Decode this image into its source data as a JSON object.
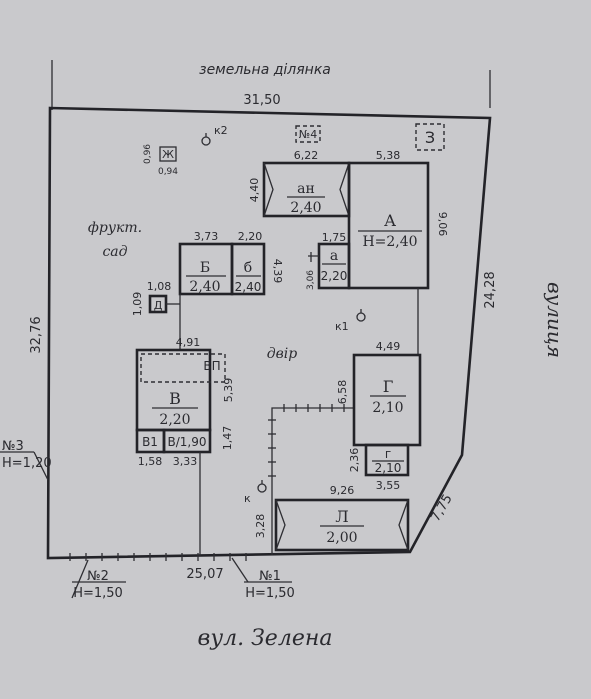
{
  "plot": {
    "top_label": "земельна ділянка",
    "street": "вул. Зелена",
    "side_right": "вулиця",
    "garden": [
      "фрукт.",
      "сад"
    ],
    "yard": "двір",
    "dim_top": "31,50",
    "dim_left": "32,76",
    "dim_right": "24,28",
    "dim_bottom": "25,07",
    "dim_corner": "7,75"
  },
  "buildings": {
    "A": {
      "name": "А",
      "h": "Н=2,40",
      "w": "5,38",
      "d": "9,06"
    },
    "an": {
      "name": "ан",
      "h": "2,40",
      "w": "6,22",
      "d": "4,40"
    },
    "a": {
      "name": "а",
      "h": "2,20",
      "w": "1,75",
      "d": "3,06"
    },
    "B": {
      "name": "Б",
      "h": "2,40",
      "w": "3,73"
    },
    "b": {
      "name": "б",
      "h": "2,40",
      "w": "2,20",
      "d": "4,39"
    },
    "V": {
      "name": "В",
      "h": "2,20",
      "w": "4,91",
      "d": "5,39",
      "vp": "ВП"
    },
    "V1": {
      "name": "В1",
      "w": "1,58"
    },
    "Vb": {
      "name": "В/1,90",
      "w": "3,33"
    },
    "G": {
      "name": "Г",
      "h": "2,10",
      "w": "4,49",
      "d": "6,58"
    },
    "g": {
      "name": "г",
      "h": "2,10",
      "w": "3,55",
      "d": "2,36"
    },
    "L": {
      "name": "Л",
      "h": "2,00",
      "w": "9,26",
      "d": "3,28"
    },
    "D": {
      "name": "Д",
      "w": "1,08",
      "d": "1,09"
    },
    "Zh": {
      "name": "Ж",
      "w": "0,94",
      "d": "0,96"
    },
    "n4": {
      "name": "№4"
    },
    "Z": {
      "name": "З"
    }
  },
  "wells": {
    "k1": "к1",
    "k2": "к2",
    "k": "к"
  },
  "fence_dims": {
    "f147": "1,47"
  },
  "gates": {
    "n1": {
      "num": "№1",
      "h": "Н=1,50"
    },
    "n2": {
      "num": "№2",
      "h": "Н=1,50"
    },
    "n3": {
      "num": "№3",
      "h": "Н=1,20"
    }
  }
}
